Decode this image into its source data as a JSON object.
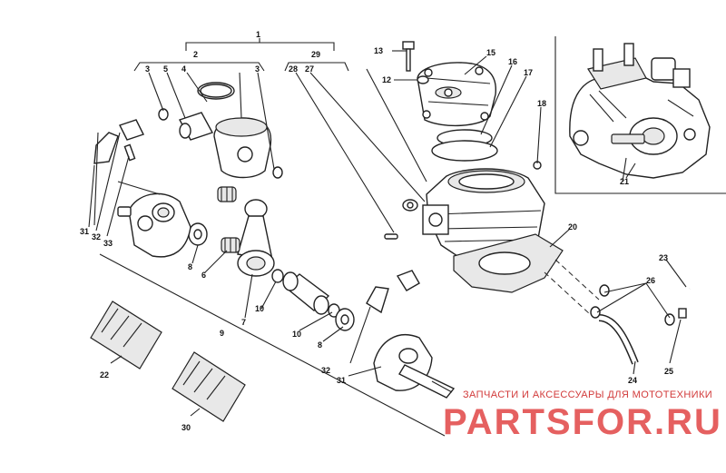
{
  "callouts": {
    "c1": "1",
    "c2": "2",
    "c3a": "3",
    "c3b": "3",
    "c4": "4",
    "c5": "5",
    "c6": "6",
    "c7": "7",
    "c8a": "8",
    "c8b": "8",
    "c9": "9",
    "c10a": "10",
    "c10b": "10",
    "c12": "12",
    "c13": "13",
    "c15": "15",
    "c16": "16",
    "c17": "17",
    "c18": "18",
    "c20": "20",
    "c21": "21",
    "c22": "22",
    "c23": "23",
    "c24": "24",
    "c25": "25",
    "c26": "26",
    "c27": "27",
    "c28": "28",
    "c29": "29",
    "c30": "30",
    "c31a": "31",
    "c31b": "31",
    "c32a": "32",
    "c32b": "32",
    "c33": "33"
  },
  "watermark": {
    "tagline": "ЗАПЧАСТИ И АКСЕССУАРЫ ДЛЯ МОТОТЕХНИКИ",
    "logo": "PARTSFOR.RU",
    "color": "#e14545"
  }
}
